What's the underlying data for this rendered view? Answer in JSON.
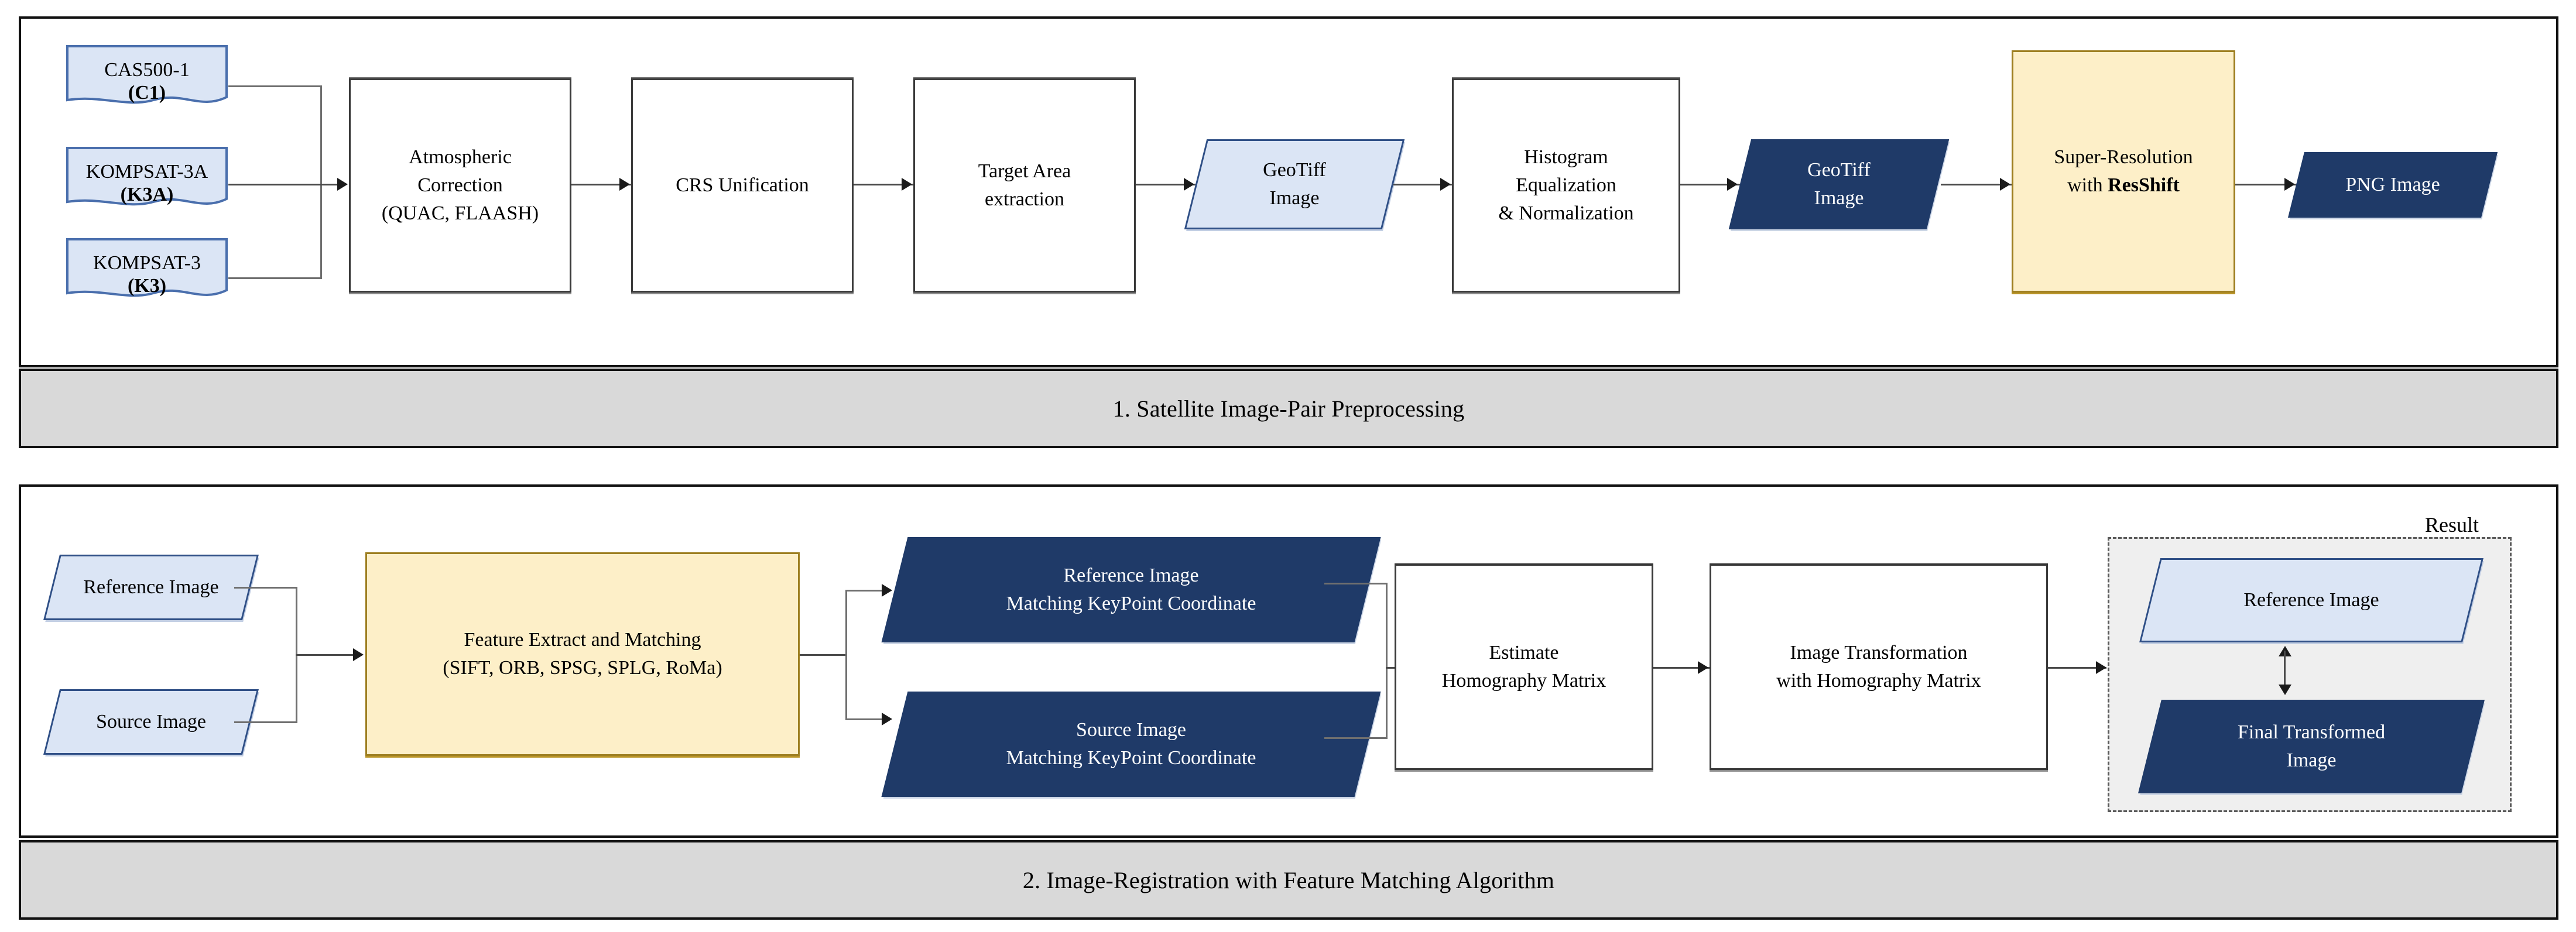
{
  "sections": [
    {
      "id": "preprocessing",
      "caption": "1. Satellite Image-Pair Preprocessing",
      "inputs": [
        {
          "name": "CAS500-1",
          "code": "(C1)"
        },
        {
          "name": "KOMPSAT-3A",
          "code": "(K3A)"
        },
        {
          "name": "KOMPSAT-3",
          "code": "(K3)"
        }
      ],
      "steps": [
        {
          "id": "atmospheric-correction",
          "label": "Atmospheric\nCorrection\n(QUAC, FLAASH)",
          "kind": "process"
        },
        {
          "id": "crs-unification",
          "label": "CRS Unification",
          "kind": "process"
        },
        {
          "id": "target-area-extraction",
          "label": "Target Area\nextraction",
          "kind": "process"
        },
        {
          "id": "geotiff-image-light",
          "label": "GeoTiff\nImage",
          "kind": "data-light"
        },
        {
          "id": "histogram-equalization",
          "label": "Histogram\nEqualization\n& Normalization",
          "kind": "process"
        },
        {
          "id": "geotiff-image-dark",
          "label": "GeoTiff\nImage",
          "kind": "data-dark"
        },
        {
          "id": "super-resolution",
          "label": "Super-Resolution\nwith ",
          "label_bold": "ResShift",
          "kind": "highlight"
        },
        {
          "id": "png-image",
          "label": "PNG Image",
          "kind": "data-dark"
        }
      ]
    },
    {
      "id": "registration",
      "caption": "2. Image-Registration with Feature Matching Algorithm",
      "inputs": [
        {
          "id": "reference-image",
          "label": "Reference Image"
        },
        {
          "id": "source-image",
          "label": "Source Image"
        }
      ],
      "steps": [
        {
          "id": "feature-extract-matching",
          "label": "Feature Extract and Matching\n(SIFT, ORB, SPSG, SPLG, RoMa)",
          "kind": "highlight"
        },
        {
          "id": "reference-keypoints",
          "label": "Reference Image\nMatching KeyPoint Coordinate",
          "kind": "data-dark"
        },
        {
          "id": "source-keypoints",
          "label": "Source Image\nMatching KeyPoint Coordinate",
          "kind": "data-dark"
        },
        {
          "id": "estimate-homography",
          "label": "Estimate\nHomography Matrix",
          "kind": "process"
        },
        {
          "id": "image-transformation",
          "label": "Image Transformation\nwith Homography Matrix",
          "kind": "process"
        }
      ],
      "result": {
        "title": "Result",
        "top_label": "Reference Image",
        "bottom_label": "Final Transformed\nImage"
      }
    }
  ],
  "colors": {
    "panel_border": "#111111",
    "caption_fill": "#d9d9d9",
    "data_light_fill": "#dbe5f5",
    "data_light_border": "#2f4f86",
    "data_dark_fill": "#1f3a68",
    "highlight_fill": "#fdefc8",
    "highlight_border": "#9e7f21",
    "result_fill": "#efefef",
    "connector": "#6f6f6f"
  }
}
